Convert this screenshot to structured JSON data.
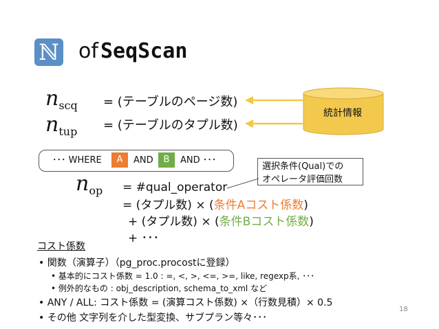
{
  "title": {
    "badge": "ℕ",
    "of": "of",
    "name": "SeqScan"
  },
  "defs": {
    "nseq_symbol": "n",
    "nseq_sub": "scq",
    "nseq_eq": "= (テーブルのページ数)",
    "ntup_symbol": "n",
    "ntup_sub": "tup",
    "ntup_eq": "= (テーブルのタプル数)"
  },
  "stats_box": {
    "label": "統計情報"
  },
  "where_clause": {
    "prefix": "･･･ WHERE",
    "tag_a": "A",
    "and1": "AND",
    "tag_b": "B",
    "suffix": "AND ･･･"
  },
  "callout": {
    "line1": "選択条件(Qual)での",
    "line2": "オペレータ評価回数"
  },
  "nop": {
    "symbol": "n",
    "sub": "op",
    "line1": "= #qual_operator",
    "line2_pre": "= (タプル数) × (",
    "line2_hl": "条件Aコスト係数",
    "line2_post": ")",
    "line3_pre": "+ (タプル数) × (",
    "line3_hl": "条件Bコスト係数",
    "line3_post": ")",
    "line4": "+ ･･･"
  },
  "cost": {
    "heading": "コスト係数",
    "b1": "• 関数（演算子）（pg_proc.procostに登録）",
    "b1_sub1": "• 基本的にコスト係数 = 1.0 : =, <, >, <=, >=, like, regexp系, ･･･",
    "b1_sub2": "• 例外的なもの : obj_description, schema_to_xml など",
    "b2": "• ANY / ALL: コスト係数 = (演算コスト係数) ×（行数見積）× 0.5",
    "b3": "• その他 文字列を介した型変換、サブプラン等々･･･"
  },
  "page_number": "18",
  "colors": {
    "badge": "#5b8fc7",
    "cylinder": "#f3c94d",
    "arrow": "#f2c744",
    "tag_a": "#ed7d31",
    "tag_b": "#70ad47"
  }
}
